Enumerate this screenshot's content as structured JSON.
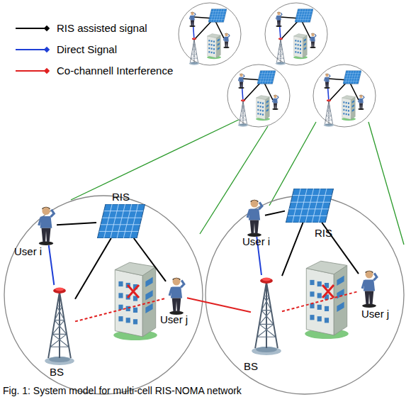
{
  "diagram": {
    "caption": "Fig. 1: System model for multi-cell RIS-NOMA network",
    "nodes": [
      {
        "text": [
          "User i"
        ]
      },
      {
        "text": [
          "RIS"
        ]
      },
      {
        "text": [
          "BS"
        ]
      },
      {
        "text": [
          "User j"
        ]
      },
      {
        "text": [
          "User i"
        ]
      },
      {
        "text": [
          "RIS"
        ]
      },
      {
        "text": [
          "BS"
        ]
      },
      {
        "text": [
          "User j"
        ]
      }
    ],
    "edges": [
      {
        "from": 2,
        "to": 1,
        "arrow": "none"
      },
      {
        "from": 1,
        "to": 0,
        "arrow": "none"
      },
      {
        "from": 1,
        "to": 3,
        "arrow": "none"
      },
      {
        "from": 2,
        "to": 0,
        "arrow": "none"
      },
      {
        "from": 2,
        "to": 3,
        "arrow": "none"
      },
      {
        "from": 6,
        "to": 5,
        "arrow": "none"
      },
      {
        "from": 5,
        "to": 4,
        "arrow": "none"
      },
      {
        "from": 5,
        "to": 7,
        "arrow": "none"
      },
      {
        "from": 6,
        "to": 4,
        "arrow": "none"
      },
      {
        "from": 6,
        "to": 7,
        "arrow": "none"
      },
      {
        "from": 6,
        "to": 3,
        "arrow": "none"
      }
    ],
    "legend": [
      {
        "text": "RIS assisted signal"
      },
      {
        "text": "Direct Signal"
      },
      {
        "text": "Co-channell Interference"
      }
    ]
  }
}
